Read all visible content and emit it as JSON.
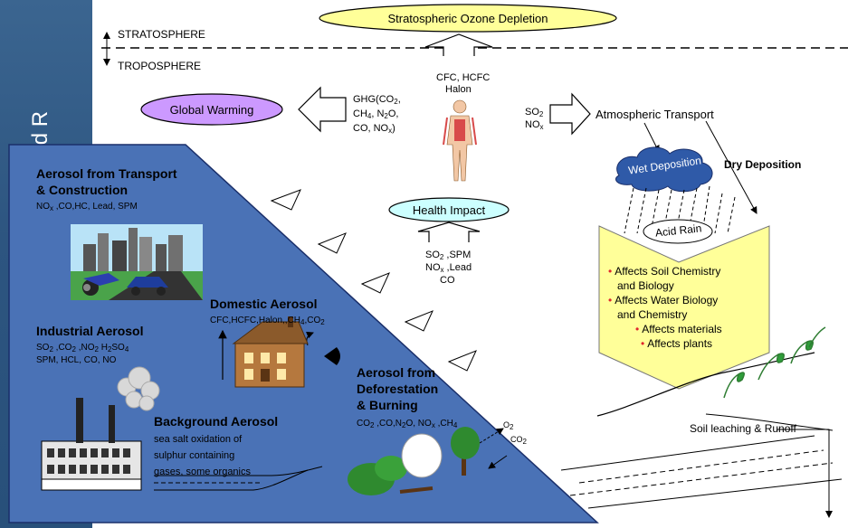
{
  "sidebar_title": "Integrated R",
  "atmosphere": {
    "stratosphere": "STRATOSPHERE",
    "troposphere": "TROPOSPHERE"
  },
  "ozone": {
    "label": "Stratospheric Ozone Depletion",
    "gases_line1": "CFC, HCFC",
    "gases_line2": "Halon"
  },
  "warming": {
    "label": "Global Warming",
    "ghg_line1": "GHG(CO",
    "ghg_line2": "CH",
    "ghg_line2b": ", N",
    "ghg_line2c": "O,",
    "ghg_line3": "CO, NO",
    "ghg_line3b": ")",
    "ghg_line1_sub": "2",
    "ghg_line1_end": ",",
    "ghg_line2_sub1": "4",
    "ghg_line2_sub2": "2",
    "ghg_line3_sub": "x"
  },
  "transport": {
    "label": "Atmospheric Transport",
    "so2": "SO",
    "so2_sub": "2",
    "nox": "NO",
    "nox_sub": "x"
  },
  "deposition": {
    "wet": "Wet Deposition",
    "dry": "Dry Deposition",
    "acid_rain": "Acid Rain"
  },
  "health": {
    "label": "Health Impact",
    "line1": "SO",
    "line1_sub": "2",
    "line1_end": " ,SPM",
    "line2": "NO",
    "line2_sub": "x",
    "line2_end": " ,Lead",
    "line3": "CO"
  },
  "effects": [
    "Affects Soil Chemistry and Biology",
    "Affects Water Biology and Chemistry",
    "Affects materials",
    "Affects plants"
  ],
  "effects_lines": [
    "Affects Soil Chemistry",
    "and Biology",
    "Affects Water Biology",
    "and Chemistry",
    "Affects materials",
    "Affects plants"
  ],
  "soil": {
    "label": "Soil leaching & Runoff"
  },
  "aerosols": {
    "transport": {
      "title_line1": "Aerosol from Transport",
      "title_line2": "& Construction",
      "sub": "NO",
      "sub_x": "x",
      "sub_end": " ,CO,HC, Lead, SPM"
    },
    "domestic": {
      "title": "Domestic Aerosol",
      "sub": "CFC,HCFC,Halon,,CH",
      "sub_4": "4",
      "sub_mid": ",CO",
      "sub_2": "2"
    },
    "industrial": {
      "title": "Industrial Aerosol",
      "line1": "SO",
      "line1_a": "2",
      "line1_b": " ,CO",
      "line1_c": "2",
      "line1_d": " ,NO",
      "line1_e": "2",
      "line1_f": " H",
      "line1_g": "2",
      "line1_h": "SO",
      "line1_i": "4",
      "line2": "SPM, HCL, CO, NO"
    },
    "background": {
      "title": "Background Aerosol",
      "line1": "sea salt oxidation of",
      "line2": "sulphur containing",
      "line3": "gases, some organics"
    },
    "deforestation": {
      "title_line1": "Aerosol from",
      "title_line2": "Deforestation",
      "title_line3": "& Burning",
      "sub": "CO",
      "sub_a": "2",
      "sub_b": " ,CO,N",
      "sub_c": "2",
      "sub_d": "O, NO",
      "sub_e": "x",
      "sub_f": " ,CH",
      "sub_g": "4",
      "o2": "O",
      "o2_sub": "2",
      "co2": "CO",
      "co2_sub": "2"
    }
  },
  "colors": {
    "sidebar": "#2d5580",
    "mountain": "#4a72b6",
    "ozone_fill": "#ffff99",
    "warming_fill": "#cc99ff",
    "health_fill": "#ccffff",
    "effects_fill": "#ffff99",
    "wet_fill": "#2f5aa8"
  }
}
